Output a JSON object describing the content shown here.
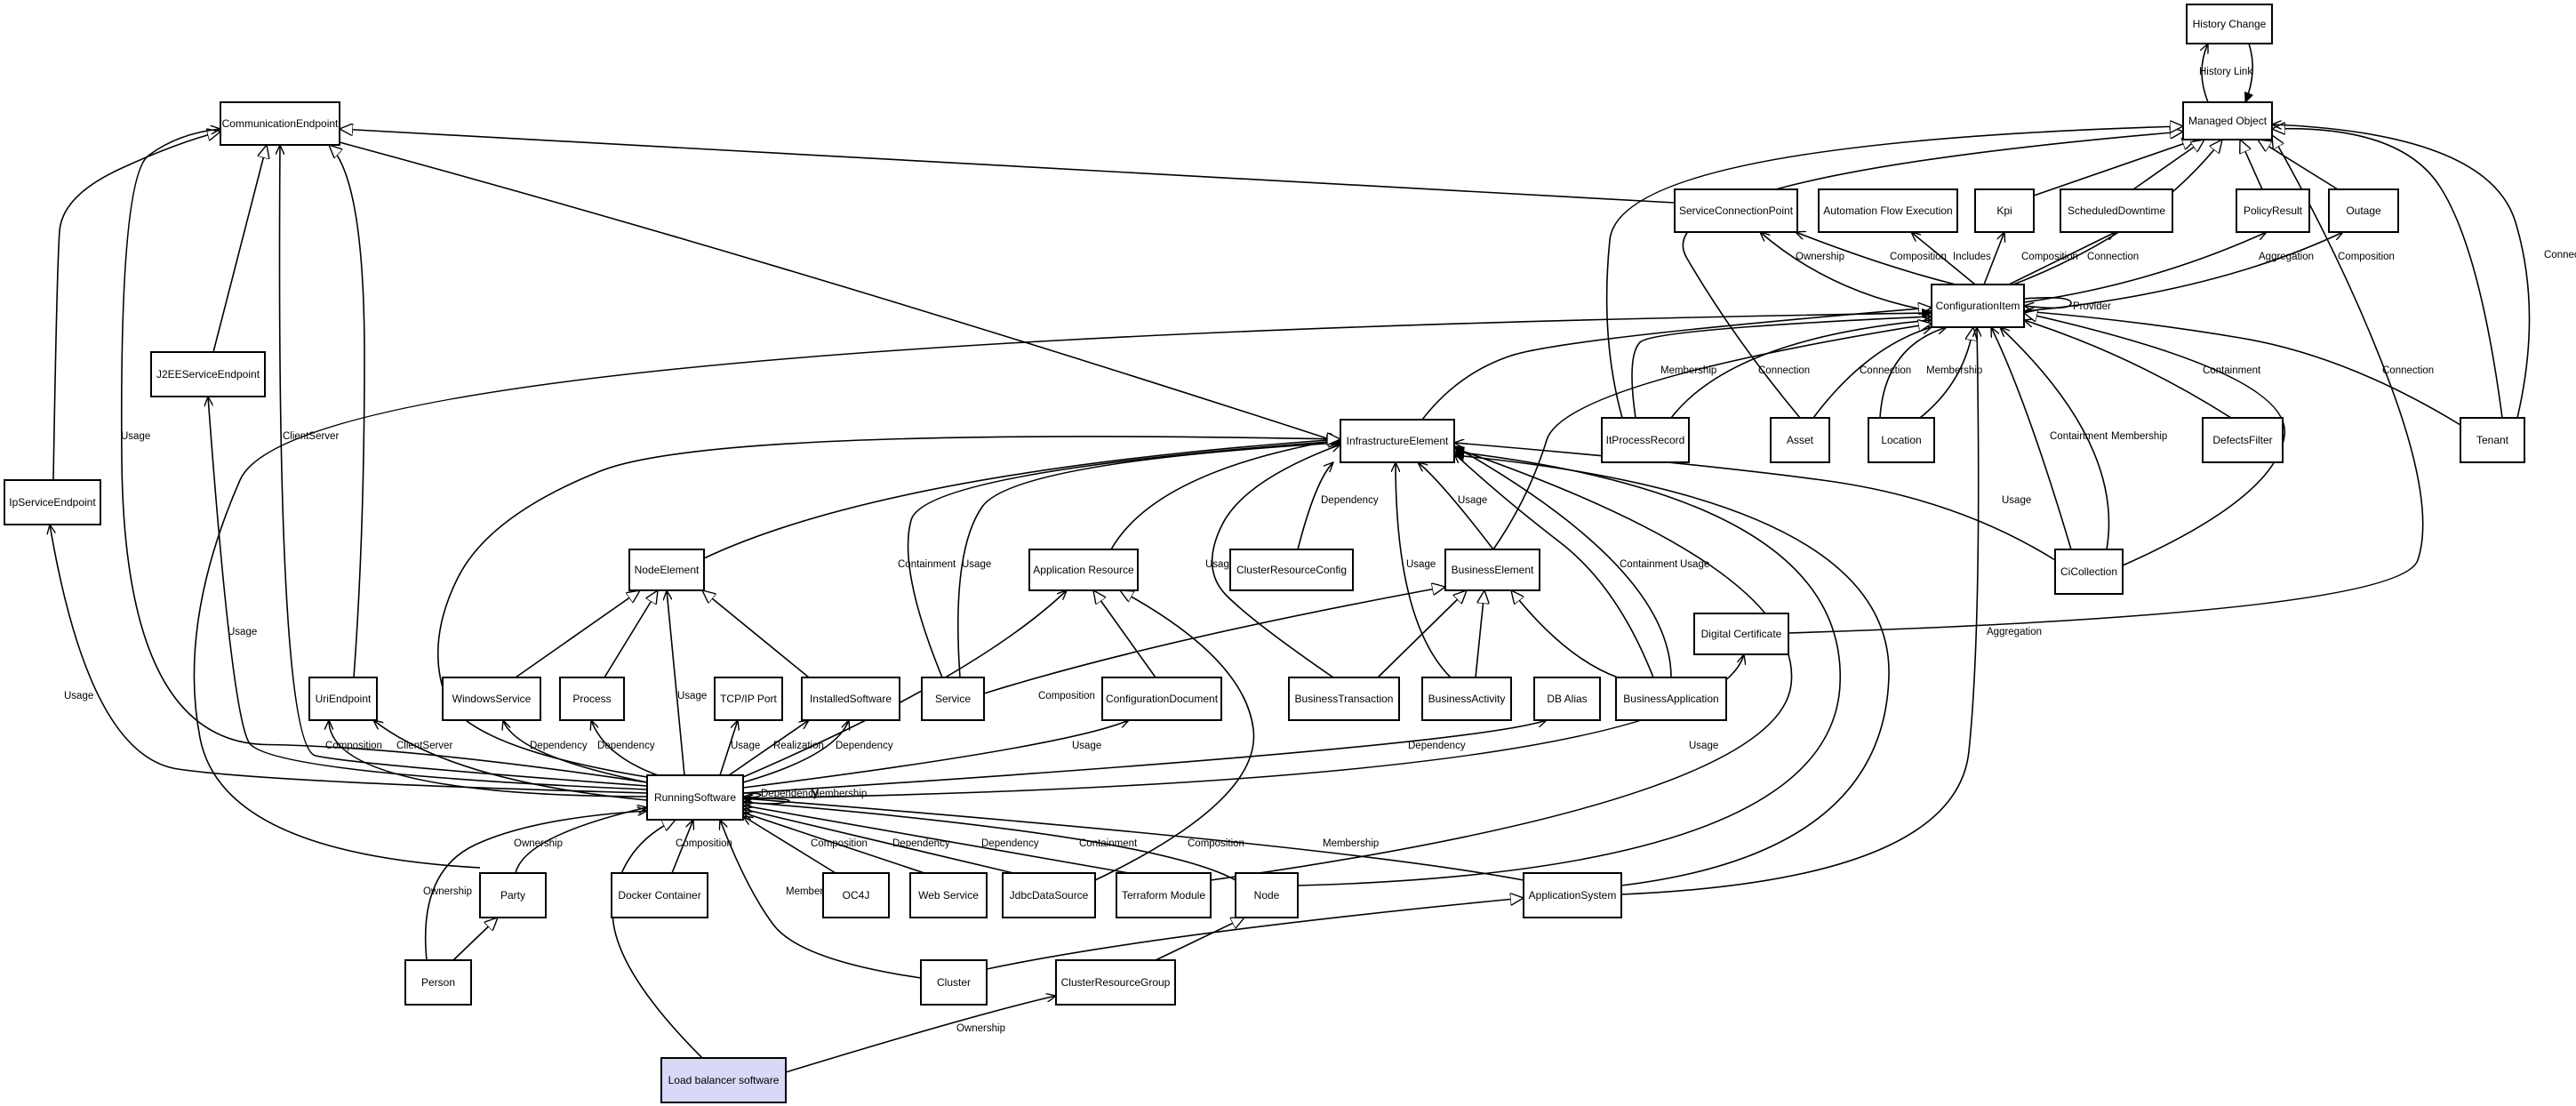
{
  "nodes": [
    {
      "id": "history_change",
      "label": "History Change"
    },
    {
      "id": "managed_object",
      "label": "Managed Object"
    },
    {
      "id": "communication_endpoint",
      "label": "CommunicationEndpoint"
    },
    {
      "id": "service_connection_point",
      "label": "ServiceConnectionPoint"
    },
    {
      "id": "automation_flow_execution",
      "label": "Automation Flow Execution"
    },
    {
      "id": "kpi",
      "label": "Kpi"
    },
    {
      "id": "scheduled_downtime",
      "label": "ScheduledDowntime"
    },
    {
      "id": "policy_result",
      "label": "PolicyResult"
    },
    {
      "id": "outage",
      "label": "Outage"
    },
    {
      "id": "configuration_item",
      "label": "ConfigurationItem"
    },
    {
      "id": "j2ee_service_endpoint",
      "label": "J2EEServiceEndpoint"
    },
    {
      "id": "infrastructure_element",
      "label": "InfrastructureElement"
    },
    {
      "id": "it_process_record",
      "label": "ItProcessRecord"
    },
    {
      "id": "asset",
      "label": "Asset"
    },
    {
      "id": "location",
      "label": "Location"
    },
    {
      "id": "defects_filter",
      "label": "DefectsFilter"
    },
    {
      "id": "tenant",
      "label": "Tenant"
    },
    {
      "id": "ip_service_endpoint",
      "label": "IpServiceEndpoint"
    },
    {
      "id": "node_element",
      "label": "NodeElement"
    },
    {
      "id": "application_resource",
      "label": "Application Resource"
    },
    {
      "id": "cluster_resource_config",
      "label": "ClusterResourceConfig"
    },
    {
      "id": "business_element",
      "label": "BusinessElement"
    },
    {
      "id": "ci_collection",
      "label": "CiCollection"
    },
    {
      "id": "digital_certificate",
      "label": "Digital Certificate"
    },
    {
      "id": "uri_endpoint",
      "label": "UriEndpoint"
    },
    {
      "id": "windows_service",
      "label": "WindowsService"
    },
    {
      "id": "process",
      "label": "Process"
    },
    {
      "id": "tcpip_port",
      "label": "TCP/IP Port"
    },
    {
      "id": "installed_software",
      "label": "InstalledSoftware"
    },
    {
      "id": "service",
      "label": "Service"
    },
    {
      "id": "configuration_document",
      "label": "ConfigurationDocument"
    },
    {
      "id": "business_transaction",
      "label": "BusinessTransaction"
    },
    {
      "id": "business_activity",
      "label": "BusinessActivity"
    },
    {
      "id": "db_alias",
      "label": "DB Alias"
    },
    {
      "id": "business_application",
      "label": "BusinessApplication"
    },
    {
      "id": "running_software",
      "label": "RunningSoftware"
    },
    {
      "id": "party",
      "label": "Party"
    },
    {
      "id": "docker_container",
      "label": "Docker Container"
    },
    {
      "id": "oc4j",
      "label": "OC4J"
    },
    {
      "id": "web_service",
      "label": "Web Service"
    },
    {
      "id": "jdbc_data_source",
      "label": "JdbcDataSource"
    },
    {
      "id": "terraform_module",
      "label": "Terraform Module"
    },
    {
      "id": "node",
      "label": "Node"
    },
    {
      "id": "application_system",
      "label": "ApplicationSystem"
    },
    {
      "id": "person",
      "label": "Person"
    },
    {
      "id": "cluster",
      "label": "Cluster"
    },
    {
      "id": "cluster_resource_group",
      "label": "ClusterResourceGroup"
    },
    {
      "id": "load_balancer_software",
      "label": "Load balancer software"
    }
  ],
  "edges": [
    {
      "from": "managed_object",
      "to": "history_change",
      "label": "History Link",
      "type": "association"
    },
    {
      "from": "history_change",
      "to": "managed_object",
      "label": "",
      "type": "association"
    },
    {
      "from": "service_connection_point",
      "to": "communication_endpoint",
      "label": "",
      "type": "generalization"
    },
    {
      "from": "kpi",
      "to": "managed_object",
      "label": "",
      "type": "generalization"
    },
    {
      "from": "scheduled_downtime",
      "to": "managed_object",
      "label": "",
      "type": "generalization"
    },
    {
      "from": "policy_result",
      "to": "managed_object",
      "label": "",
      "type": "generalization"
    },
    {
      "from": "outage",
      "to": "managed_object",
      "label": "",
      "type": "generalization"
    },
    {
      "from": "configuration_item",
      "to": "managed_object",
      "label": "",
      "type": "generalization"
    },
    {
      "from": "asset",
      "to": "managed_object",
      "label": "",
      "type": "generalization"
    },
    {
      "from": "it_process_record",
      "to": "managed_object",
      "label": "",
      "type": "generalization"
    },
    {
      "from": "tenant",
      "to": "managed_object",
      "label": "",
      "type": "generalization"
    },
    {
      "from": "tenant",
      "to": "managed_object",
      "label": "Connection",
      "type": "association"
    },
    {
      "from": "digital_certificate",
      "to": "managed_object",
      "label": "",
      "type": "generalization"
    },
    {
      "from": "configuration_item",
      "to": "service_connection_point",
      "label": "Ownership",
      "type": "association"
    },
    {
      "from": "configuration_item",
      "to": "service_connection_point",
      "label": "Composition",
      "type": "association"
    },
    {
      "from": "configuration_item",
      "to": "automation_flow_execution",
      "label": "Includes",
      "type": "association"
    },
    {
      "from": "configuration_item",
      "to": "kpi",
      "label": "Composition",
      "type": "association"
    },
    {
      "from": "configuration_item",
      "to": "scheduled_downtime",
      "label": "Connection",
      "type": "association"
    },
    {
      "from": "configuration_item",
      "to": "policy_result",
      "label": "Aggregation",
      "type": "association"
    },
    {
      "from": "configuration_item",
      "to": "outage",
      "label": "Composition",
      "type": "association"
    },
    {
      "from": "configuration_item",
      "to": "configuration_item",
      "label": "Provider",
      "type": "association"
    },
    {
      "from": "it_process_record",
      "to": "configuration_item",
      "label": "Membership",
      "type": "association"
    },
    {
      "from": "it_process_record",
      "to": "configuration_item",
      "label": "Connection",
      "type": "association"
    },
    {
      "from": "asset",
      "to": "configuration_item",
      "label": "Connection",
      "type": "association"
    },
    {
      "from": "location",
      "to": "configuration_item",
      "label": "Membership",
      "type": "association"
    },
    {
      "from": "location",
      "to": "configuration_item",
      "label": "",
      "type": "generalization"
    },
    {
      "from": "defects_filter",
      "to": "configuration_item",
      "label": "Containment",
      "type": "association"
    },
    {
      "from": "tenant",
      "to": "configuration_item",
      "label": "Connection",
      "type": "association"
    },
    {
      "from": "ci_collection",
      "to": "configuration_item",
      "label": "Containment",
      "type": "association"
    },
    {
      "from": "ci_collection",
      "to": "configuration_item",
      "label": "Membership",
      "type": "association"
    },
    {
      "from": "ci_collection",
      "to": "configuration_item",
      "label": "",
      "type": "generalization"
    },
    {
      "from": "infrastructure_element",
      "to": "configuration_item",
      "label": "",
      "type": "generalization"
    },
    {
      "from": "business_element",
      "to": "configuration_item",
      "label": "",
      "type": "generalization"
    },
    {
      "from": "application_system",
      "to": "configuration_item",
      "label": "Aggregation",
      "type": "association"
    },
    {
      "from": "party",
      "to": "configuration_item",
      "label": "",
      "type": "association"
    },
    {
      "from": "communication_endpoint",
      "to": "infrastructure_element",
      "label": "",
      "type": "generalization"
    },
    {
      "from": "j2ee_service_endpoint",
      "to": "communication_endpoint",
      "label": "",
      "type": "generalization"
    },
    {
      "from": "ip_service_endpoint",
      "to": "communication_endpoint",
      "label": "",
      "type": "generalization"
    },
    {
      "from": "uri_endpoint",
      "to": "communication_endpoint",
      "label": "",
      "type": "generalization"
    },
    {
      "from": "running_software",
      "to": "communication_endpoint",
      "label": "Usage",
      "type": "association"
    },
    {
      "from": "running_software",
      "to": "communication_endpoint",
      "label": "ClientServer",
      "type": "association"
    },
    {
      "from": "running_software",
      "to": "j2ee_service_endpoint",
      "label": "Usage",
      "type": "association"
    },
    {
      "from": "running_software",
      "to": "ip_service_endpoint",
      "label": "Usage",
      "type": "association"
    },
    {
      "from": "running_software",
      "to": "uri_endpoint",
      "label": "Composition",
      "type": "association"
    },
    {
      "from": "running_software",
      "to": "uri_endpoint",
      "label": "ClientServer",
      "type": "association"
    },
    {
      "from": "node_element",
      "to": "infrastructure_element",
      "label": "",
      "type": "generalization"
    },
    {
      "from": "application_resource",
      "to": "infrastructure_element",
      "label": "",
      "type": "generalization"
    },
    {
      "from": "cluster_resource_config",
      "to": "infrastructure_element",
      "label": "Dependency",
      "type": "association"
    },
    {
      "from": "business_element",
      "to": "infrastructure_element",
      "label": "Usage",
      "type": "association"
    },
    {
      "from": "service",
      "to": "infrastructure_element",
      "label": "Containment",
      "type": "association"
    },
    {
      "from": "service",
      "to": "infrastructure_element",
      "label": "Usage",
      "type": "association"
    },
    {
      "from": "business_transaction",
      "to": "infrastructure_element",
      "label": "Usage",
      "type": "association"
    },
    {
      "from": "business_activity",
      "to": "infrastructure_element",
      "label": "Usage",
      "type": "association"
    },
    {
      "from": "business_application",
      "to": "infrastructure_element",
      "label": "Containment",
      "type": "association"
    },
    {
      "from": "business_application",
      "to": "infrastructure_element",
      "label": "Usage",
      "type": "association"
    },
    {
      "from": "ci_collection",
      "to": "infrastructure_element",
      "label": "Usage",
      "type": "association"
    },
    {
      "from": "running_software",
      "to": "infrastructure_element",
      "label": "",
      "type": "generalization"
    },
    {
      "from": "terraform_module",
      "to": "infrastructure_element",
      "label": "",
      "type": "association"
    },
    {
      "from": "node",
      "to": "infrastructure_element",
      "label": "",
      "type": "association"
    },
    {
      "from": "application_system",
      "to": "infrastructure_element",
      "label": "",
      "type": "association"
    },
    {
      "from": "windows_service",
      "to": "node_element",
      "label": "",
      "type": "generalization"
    },
    {
      "from": "process",
      "to": "node_element",
      "label": "",
      "type": "generalization"
    },
    {
      "from": "installed_software",
      "to": "node_element",
      "label": "",
      "type": "generalization"
    },
    {
      "from": "running_software",
      "to": "node_element",
      "label": "Usage",
      "type": "association"
    },
    {
      "from": "configuration_document",
      "to": "application_resource",
      "label": "",
      "type": "generalization"
    },
    {
      "from": "jdbc_data_source",
      "to": "application_resource",
      "label": "",
      "type": "generalization"
    },
    {
      "from": "running_software",
      "to": "application_resource",
      "label": "Composition",
      "type": "association"
    },
    {
      "from": "business_transaction",
      "to": "business_element",
      "label": "",
      "type": "generalization"
    },
    {
      "from": "business_activity",
      "to": "business_element",
      "label": "",
      "type": "generalization"
    },
    {
      "from": "business_application",
      "to": "business_element",
      "label": "",
      "type": "generalization"
    },
    {
      "from": "service",
      "to": "business_element",
      "label": "",
      "type": "generalization"
    },
    {
      "from": "running_software",
      "to": "windows_service",
      "label": "Dependency",
      "type": "association"
    },
    {
      "from": "running_software",
      "to": "process",
      "label": "Dependency",
      "type": "association"
    },
    {
      "from": "running_software",
      "to": "tcpip_port",
      "label": "Usage",
      "type": "association"
    },
    {
      "from": "running_software",
      "to": "installed_software",
      "label": "Realization",
      "type": "association"
    },
    {
      "from": "running_software",
      "to": "installed_software",
      "label": "Dependency",
      "type": "association"
    },
    {
      "from": "running_software",
      "to": "configuration_document",
      "label": "Usage",
      "type": "association"
    },
    {
      "from": "running_software",
      "to": "db_alias",
      "label": "Dependency",
      "type": "association"
    },
    {
      "from": "running_software",
      "to": "digital_certificate",
      "label": "Usage",
      "type": "association"
    },
    {
      "from": "running_software",
      "to": "running_software",
      "label": "Dependency",
      "type": "association"
    },
    {
      "from": "running_software",
      "to": "running_software",
      "label": "Membership",
      "type": "association"
    },
    {
      "from": "party",
      "to": "running_software",
      "label": "Ownership",
      "type": "association"
    },
    {
      "from": "person",
      "to": "running_software",
      "label": "Ownership",
      "type": "association"
    },
    {
      "from": "docker_container",
      "to": "running_software",
      "label": "Composition",
      "type": "association"
    },
    {
      "from": "oc4j",
      "to": "running_software",
      "label": "Composition",
      "type": "association"
    },
    {
      "from": "web_service",
      "to": "running_software",
      "label": "Dependency",
      "type": "association"
    },
    {
      "from": "jdbc_data_source",
      "to": "running_software",
      "label": "Dependency",
      "type": "association"
    },
    {
      "from": "terraform_module",
      "to": "running_software",
      "label": "Containment",
      "type": "association"
    },
    {
      "from": "node",
      "to": "running_software",
      "label": "Composition",
      "type": "association"
    },
    {
      "from": "application_system",
      "to": "running_software",
      "label": "Membership",
      "type": "association"
    },
    {
      "from": "cluster",
      "to": "running_software",
      "label": "Membership",
      "type": "association"
    },
    {
      "from": "load_balancer_software",
      "to": "running_software",
      "label": "",
      "type": "generalization"
    },
    {
      "from": "person",
      "to": "party",
      "label": "",
      "type": "generalization"
    },
    {
      "from": "cluster",
      "to": "application_system",
      "label": "",
      "type": "generalization"
    },
    {
      "from": "cluster_resource_group",
      "to": "node",
      "label": "",
      "type": "generalization"
    },
    {
      "from": "load_balancer_software",
      "to": "cluster_resource_group",
      "label": "Ownership",
      "type": "association"
    }
  ]
}
